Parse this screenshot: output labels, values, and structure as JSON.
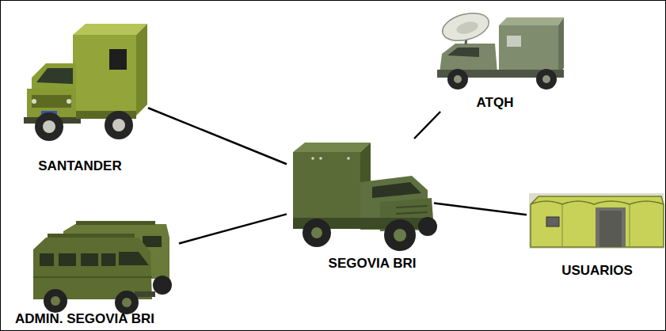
{
  "diagram": {
    "nodes": [
      {
        "text": [
          "SANTANDER"
        ]
      },
      {
        "text": [
          "ATQH"
        ]
      },
      {
        "text": [
          "SEGOVIA BRI"
        ]
      },
      {
        "text": [
          "USUARIOS"
        ]
      },
      {
        "text": [
          "ADMIN. SEGOVIA BRI"
        ]
      }
    ],
    "edges": [
      {
        "from": 0,
        "to": 2,
        "arrow": "none"
      },
      {
        "from": 1,
        "to": 2,
        "arrow": "none"
      },
      {
        "from": 2,
        "to": 3,
        "arrow": "none"
      },
      {
        "from": 4,
        "to": 2,
        "arrow": "none"
      }
    ]
  }
}
